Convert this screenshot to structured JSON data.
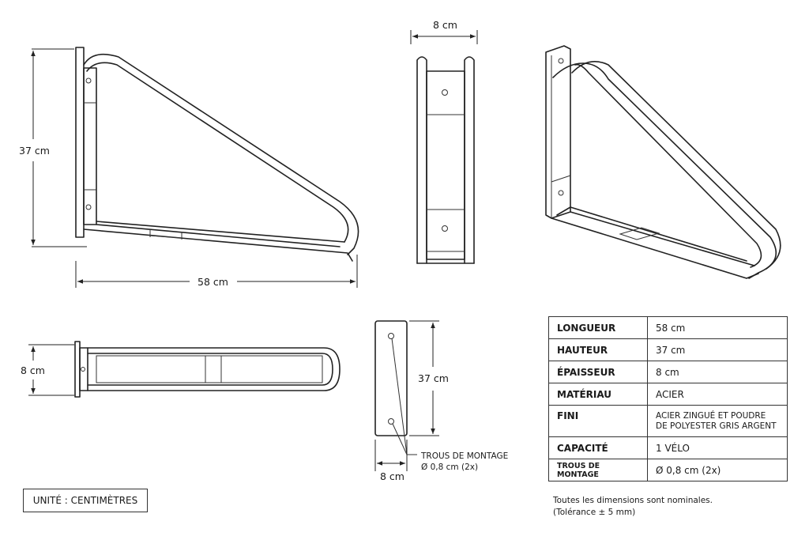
{
  "dimensions": {
    "side_height": "37 cm",
    "side_length": "58 cm",
    "front_width": "8 cm",
    "top_width": "8 cm",
    "plate_height": "37 cm",
    "plate_width": "8 cm"
  },
  "callout": {
    "label": "TROUS DE MONTAGE",
    "detail": "Ø 0,8 cm (2x)"
  },
  "unit_label": "UNITÉ : CENTIMÈTRES",
  "specs": [
    {
      "key": "LONGUEUR",
      "value": "58 cm"
    },
    {
      "key": "HAUTEUR",
      "value": "37 cm"
    },
    {
      "key": "ÉPAISSEUR",
      "value": "8 cm"
    },
    {
      "key": "MATÉRIAU",
      "value": "ACIER"
    },
    {
      "key": "FINI",
      "value": "ACIER ZINGUÉ ET POUDRE DE POLYESTER GRIS ARGENT"
    },
    {
      "key": "CAPACITÉ",
      "value": "1 VÉLO"
    },
    {
      "key": "TROUS DE MONTAGE",
      "value": "Ø 0,8 cm (2x)"
    }
  ],
  "notes": {
    "line1": "Toutes les dimensions sont nominales.",
    "line2": "(Tolérance ± 5 mm)"
  }
}
